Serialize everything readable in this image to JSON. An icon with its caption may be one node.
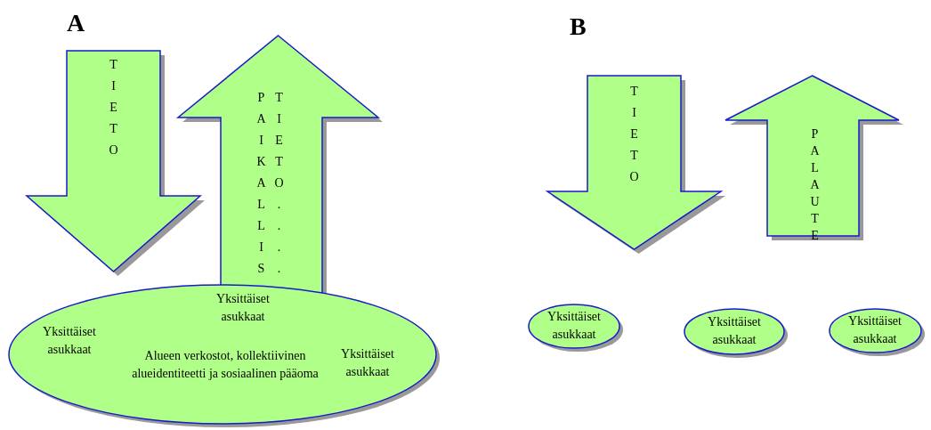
{
  "diagram": {
    "nodes": [
      {
        "text": [
          "TIETO"
        ]
      },
      {
        "text": [
          "PAIKALLIS",
          "TIETO...."
        ]
      },
      {
        "text": [
          "Yksittäiset asukkaat",
          "Yksittäiset asukkaat",
          "Alueen verkostot, kollektiivinen alueidentiteetti ja sosiaalinen pääoma",
          "Yksittäiset asukkaat"
        ]
      },
      {
        "text": [
          "TIETO"
        ]
      },
      {
        "text": [
          "PALAUTE"
        ]
      },
      {
        "text": [
          "Yksittäiset asukkaat"
        ]
      },
      {
        "text": [
          "Yksittäiset asukkaat"
        ]
      },
      {
        "text": [
          "Yksittäiset asukkaat"
        ]
      }
    ],
    "labels": [
      "A",
      "B"
    ]
  }
}
